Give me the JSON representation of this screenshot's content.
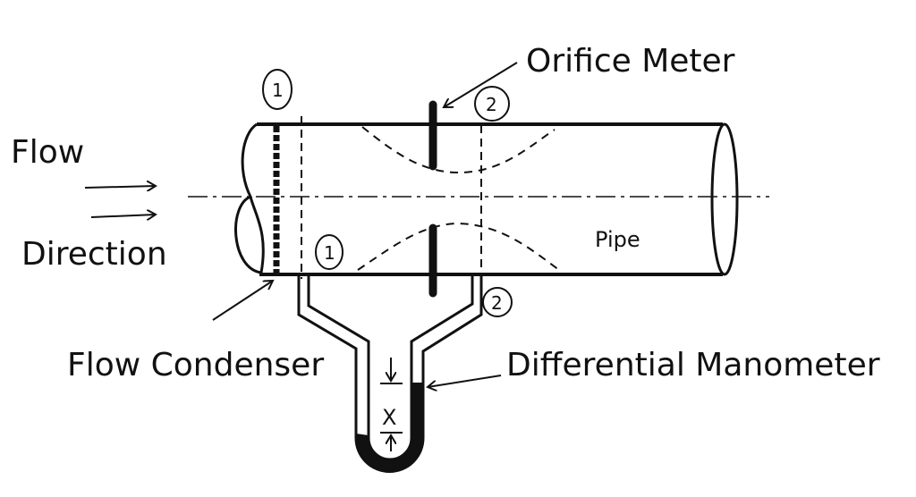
{
  "labels": {
    "flow": "Flow",
    "direction": "Direction",
    "orifice_meter": "Orifice Meter",
    "pipe": "Pipe",
    "flow_condenser": "Flow Condenser",
    "differential_manometer": "Differential Manometer",
    "x": "X"
  },
  "section_markers": {
    "top_1": "1",
    "top_2": "2",
    "bottom_1": "1",
    "bottom_2": "2"
  },
  "colors": {
    "ink": "#111111",
    "background": "#ffffff"
  }
}
